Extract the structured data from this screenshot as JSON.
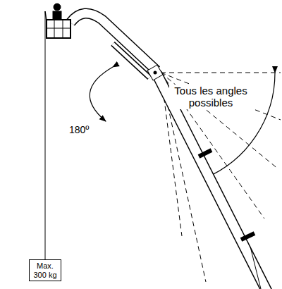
{
  "diagram": {
    "nodes": [
      {
        "text": [
          "Max. 300 kg"
        ]
      }
    ],
    "labels": [
      "180º",
      "Tous les angles possibles"
    ]
  }
}
